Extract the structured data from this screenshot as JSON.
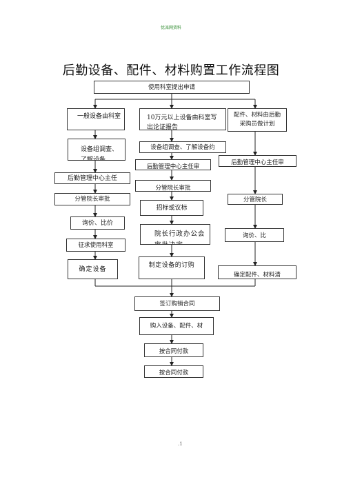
{
  "header_mark": "优派网资料",
  "title": "后勤设备、配件、材料购置工作流程图",
  "page_number": ".1",
  "nodes": {
    "start": "使用科室提出申请",
    "left_1": "一般设备由科室",
    "left_2": "设备组调查、了解设备",
    "left_3": "后勤管理中心主任",
    "left_4": "分管院长审批",
    "left_5": "询价、比价",
    "left_6": "征求使用科室",
    "left_7": "确定设备",
    "mid_1": "10万元以上设备由科室写出论证报告",
    "mid_2": "设备组调查、了解设备约",
    "mid_3": "后勤管理中心主任审",
    "mid_4": "分管院长审批",
    "mid_5": "招标或议标",
    "mid_6": "院长行政办公会审批决定",
    "mid_7": "制定设备的订购",
    "right_1": "配件、材料由后勤采购员做计划",
    "right_2": "后勤管理中心主任审",
    "right_3": "分管院长",
    "right_4": "询价、比",
    "right_5": "确定配件、材料清",
    "bottom_1": "签订购销合同",
    "bottom_2": "购入设备、配件、材",
    "bottom_3": "按合同付款",
    "bottom_4": "按合同付款"
  }
}
